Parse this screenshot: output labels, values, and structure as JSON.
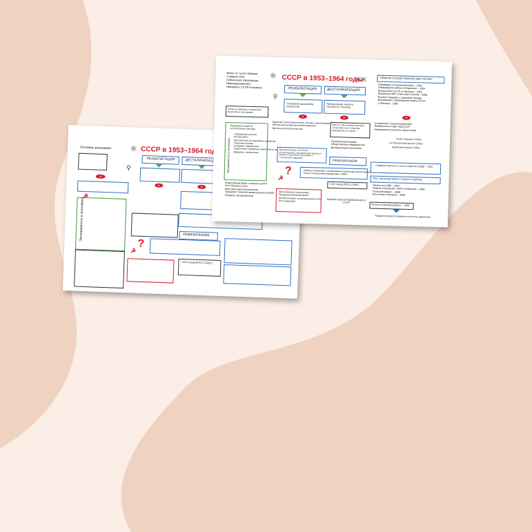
{
  "back_sheet": {
    "title": "СССР в 1953–1964 годы",
    "conditions_label": "Условия экономики",
    "rehab": "РЕАБИЛИТАЦИЯ",
    "destal": "ДЕСТАЛИНИЗАЦИЯ",
    "ne1": "НЕ",
    "ne2": "НЕ",
    "ne3": "НЕ",
    "experiments_label": "Эксперименты в экономике",
    "revisionism": "РЕВИЗИОНИЗМ",
    "congress": "XXII съезд КПСС (1961)"
  },
  "front_sheet": {
    "title": "СССР в 1953–1964 годы",
    "top_list": [
      "более 11 тысяч заводов",
      "3 первые АЭС",
      "(Обнинская, Белоярская,",
      "Нововоронежская)",
      "Приоритет СССР в космосе"
    ],
    "rehab": "РЕАБИЛИТАЦИЯ",
    "destal": "ДЕСТАЛИНИЗАЦИЯ",
    "peace_title": "«Мирное сосуществование двух систем»",
    "peace_list": [
      "Перемирие в Корейской войне – 1953",
      "Прекращение войны в Индокитае – 1954",
      "Вывод войск СССР из Австрии – 1955",
      "Признание ФРГ Советским Союзом – 1955",
      "Встречи Хрущёва с лидерами Запада",
      "Декларация о прекращении войны СССР",
      "с Японией – 1956"
    ],
    "refusal": "Отказ от крупных сталинских проектов в экономике",
    "repression": "Снижение масштабов репрессий",
    "cult": "Преодоление «культа личности» Сталина",
    "ne": "НЕ",
    "reorient": "Переориентация на экстенсивные методы",
    "experiments_label": "Эксперименты в экономике",
    "experiments_list": [
      "«Кукурузная эпопея»",
      "Роспуск МТС",
      "Наступление на подсобные хозяйства",
      "Освоение целины",
      "Создание совнархозов",
      "Разделение партийных комитетов на промышленные и с/х",
      "Введение «семилетки»"
    ],
    "amnesty_list": [
      "Амнистия политзаключенных, которые признали вину в различных сферах",
      "Обострение антирелигиозной кампании",
      "Критика деятелей искусства"
    ],
    "instead": "Вместо объективной критики – очернение всего периода руководства Сталина",
    "political_list": [
      "Политическая борьба",
      "Общественное недовольство",
      "Дезориентация населения"
    ],
    "arms_list": [
      "Сохранение «гонки вооружений»",
      "Разведполеты США над СССР",
      "Наращивание военного присутствия"
    ],
    "crisis1": "Полёт Пауэрса (1960)",
    "crisis2": "2-й берлинский кризис (1961)",
    "crisis3": "Карибский кризис (1962)",
    "warsaw": "Создание военного союза соцблока (ОВД) – 1955",
    "demagog": "Демократизация «оттепели» использовалась как временная мера для борьбы сторонников Хрущёва со «сталинской гвардией»",
    "revisionism": "РЕВИЗИОНИЗМ",
    "renounce_list": [
      "Отмена положения о необходимости диктатуры пролетариата",
      "Тезис о построении коммунизма к 1980 г."
    ],
    "industrial_list": [
      "Индустриализация с опорой на НТП",
      "Рост бытовых услуг",
      "Массовое жилстроительство",
      "Приоритет тяжелой промышленности ВПК",
      "Провалы экспериментов"
    ],
    "congress": "XXII съезд КПСС (1961)",
    "first_stage": "Первый этап контрреволюции в СССР",
    "eco_list": [
      "Экологические катастрофы",
      "Продовольственный кризис",
      "Ослаб контроль за промышленностью",
      "Рост коррупции"
    ],
    "antisov": "Рост антисоветизма в странах соцблока",
    "antisov_list": [
      "Протесты в ГДР – 1953",
      "Разрыв отношений с КНР и Албанией – 1959",
      "Польский кризис – 1956",
      "Восстание в Венгрии – 1956"
    ],
    "cominform": "Роспуск Коминформбюро – 1956",
    "split": "Подрыв мирового коммунистического движения"
  },
  "colors": {
    "background": "#f0d2c1",
    "blob": "#faeee6",
    "accent_red": "#d21c2a",
    "accent_blue": "#2a6fc4",
    "accent_green": "#3b9a3b"
  },
  "icons": [
    "atom-icon",
    "rocket-icon",
    "hammer-sickle-icon",
    "question-mark-icon",
    "barbed-wire-icon"
  ]
}
